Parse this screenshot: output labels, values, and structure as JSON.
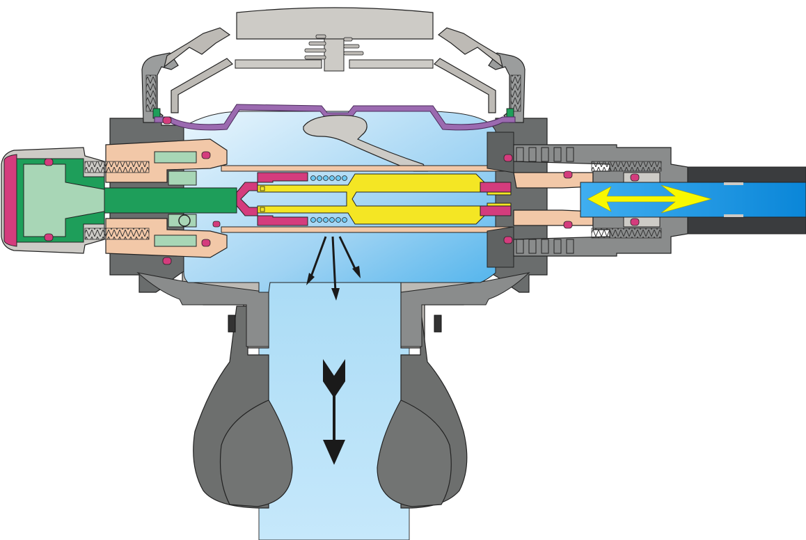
{
  "diagram": {
    "kind": "valve cross-section",
    "text_labels": [],
    "colors": {
      "water_dark": "#2a9ee6",
      "water_light": "#bfe3fa",
      "housing_grey": "#8a8c8c",
      "housing_light": "#cdcbc6",
      "dark_grey": "#5f6262",
      "black_hose": "#3a3c3e",
      "copper": "#f2c8a8",
      "yellow_poppet": "#f4e624",
      "magenta": "#d43c7d",
      "green": "#1e9e5a",
      "mint": "#a8d6b6",
      "purple_diaphragm": "#9b6ab0",
      "flow_arrow_yellow": "#f8f800",
      "flow_arrow_black": "#1a1a1a"
    },
    "parts": [
      "purge-button",
      "purge-spring",
      "cover-ring",
      "diaphragm",
      "lever",
      "housing",
      "hose-fitting",
      "hose",
      "adjustment-knob",
      "poppet",
      "inlet-tube",
      "mouthpiece",
      "bite-grip-left",
      "bite-grip-right",
      "inflow-arrow",
      "exhaust-arrows",
      "outflow-arrow"
    ]
  }
}
